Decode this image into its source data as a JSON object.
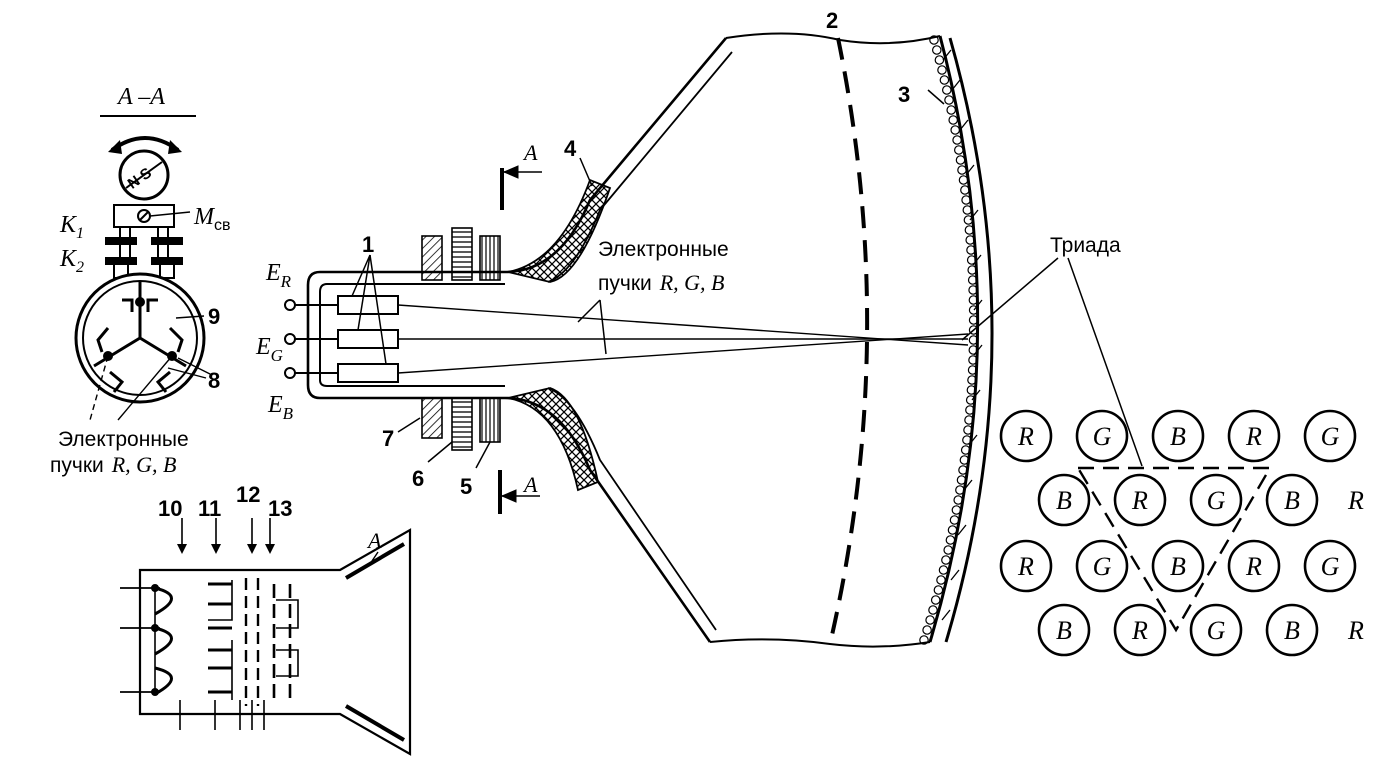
{
  "section": {
    "title": "A –A"
  },
  "labels": {
    "n1": "1",
    "n2": "2",
    "n3": "3",
    "n4": "4",
    "n5": "5",
    "n6": "6",
    "n7": "7",
    "n8": "8",
    "n9": "9",
    "n10": "10",
    "n11": "11",
    "n12": "12",
    "n13": "13",
    "k1": "K",
    "k1_sub": "1",
    "k2": "K",
    "k2_sub": "2",
    "m": "M",
    "m_sub": "св",
    "magnet": "N S",
    "er": "E",
    "er_sub": "R",
    "eg": "E",
    "eg_sub": "G",
    "eb": "E",
    "eb_sub": "B",
    "a_top": "A",
    "a_bottom": "A",
    "a_small": "A",
    "beams_main_1": "Электронные",
    "beams_main_2": "пучки",
    "beams_main_3": "R, G, B",
    "beams_left_1": "Электронные",
    "beams_left_2": "пучки",
    "beams_left_3": "R, G, B",
    "triad": "Триада"
  },
  "phosphor_rows": [
    [
      "R",
      "G",
      "B",
      "R",
      "G"
    ],
    [
      "B",
      "R",
      "G",
      "B",
      "R"
    ],
    [
      "R",
      "G",
      "B",
      "R",
      "G"
    ],
    [
      "B",
      "R",
      "G",
      "B",
      "R"
    ]
  ]
}
